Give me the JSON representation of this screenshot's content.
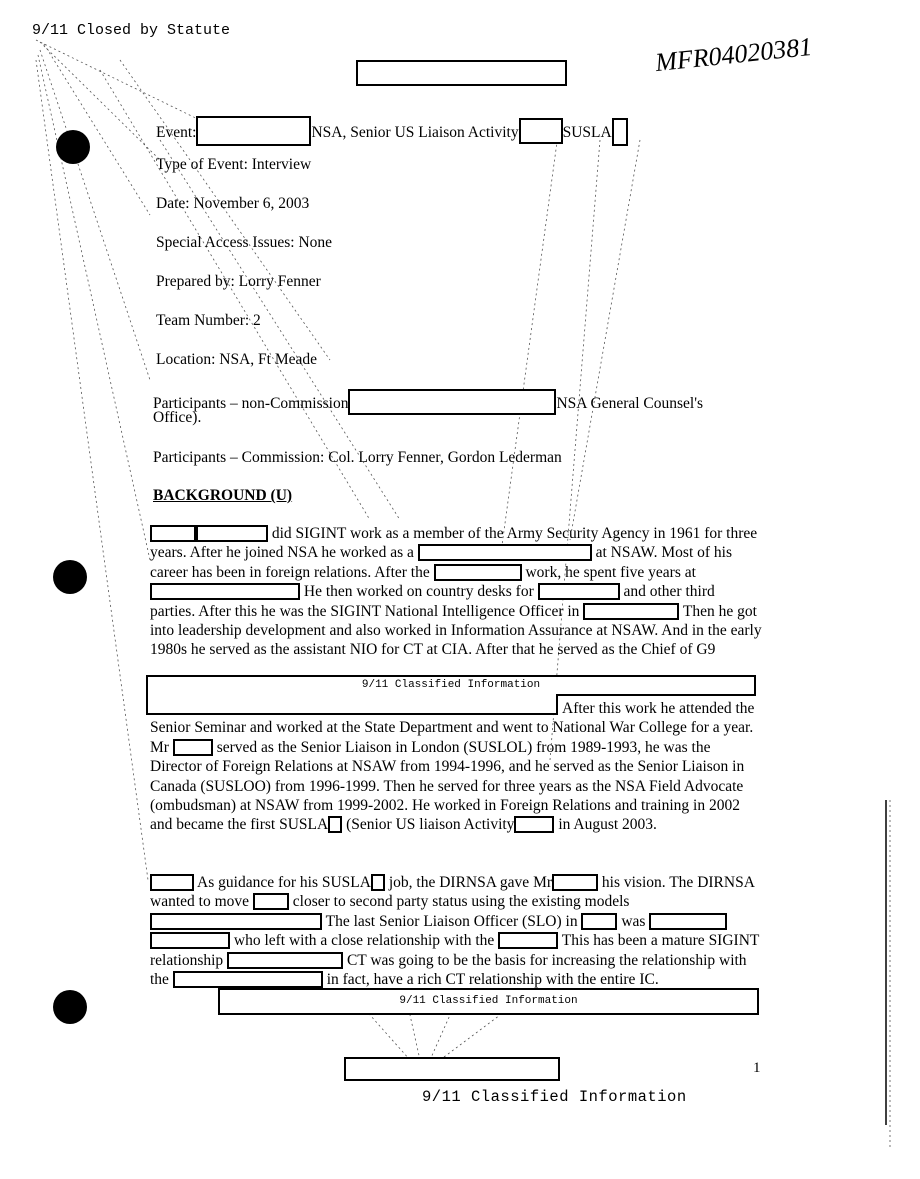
{
  "header": {
    "closed_stamp": "9/11 Closed by Statute",
    "handwritten_id": "MFR04020381"
  },
  "fields": {
    "event_label": "Event:",
    "event_text": "NSA, Senior US Liaison Activity",
    "event_suffix": "SUSLA",
    "type_of_event": "Type of Event: Interview",
    "date": "Date: November 6, 2003",
    "special_access": "Special Access Issues: None",
    "prepared_by": "Prepared by: Lorry Fenner",
    "team_number": "Team Number: 2",
    "location": "Location: NSA, Ft Meade",
    "participants_non_prefix": "Participants – non-Commission",
    "participants_non_suffix": "NSA General Counsel's",
    "participants_non_cont": "Office).",
    "participants_commission": "Participants – Commission: Col. Lorry Fenner, Gordon Lederman"
  },
  "background": {
    "heading": "BACKGROUND (U)",
    "p1": {
      "s1": "did SIGINT work as a member of the Army Security Agency in 1961 for three years. After he joined NSA he worked as a",
      "s2": "at NSAW. Most of his career has been in foreign relations. After the",
      "s3": "work, he spent five years at",
      "s4": "He then worked on country desks for",
      "s5": "and other third parties. After this he was the SIGINT National Intelligence Officer in",
      "s6": "Then he got into leadership development and also worked in Information Assurance at NSAW. And in the early 1980s he served as the assistant NIO for CT at CIA. After that he served as the Chief of G9",
      "s7": "After this work he attended the Senior Seminar and worked at the State Department and went to National War College for a year. Mr",
      "s8": "served as the Senior Liaison in London (SUSLOL) from 1989-1993, he was the Director of Foreign Relations at NSAW from 1994-1996, and he served as the Senior Liaison in Canada (SUSLOO) from 1996-1999. Then he served for three years as the NSA Field Advocate (ombudsman) at NSAW from 1999-2002. He worked in Foreign Relations and training in 2002 and became the first SUSLA",
      "s9": "(Senior US liaison Activity",
      "s10": "in August 2003."
    },
    "p2": {
      "s1": "As guidance for his SUSLA",
      "s2": "job, the DIRNSA gave Mr",
      "s3": "his vision. The DIRNSA wanted to move",
      "s4": "closer to second party status using the existing models",
      "s5": "The last Senior Liaison Officer (SLO) in",
      "s6": "was",
      "s7": "who left with a close relationship with the",
      "s8": "This has been a mature SIGINT relationship",
      "s9": "CT was going to be the basis for increasing the relationship with the",
      "s10": "in fact, have a rich CT relationship with the entire IC."
    }
  },
  "classified_label": "9/11 Classified Information",
  "footer": {
    "page_number": "1",
    "classified": "9/11 Classified Information"
  }
}
